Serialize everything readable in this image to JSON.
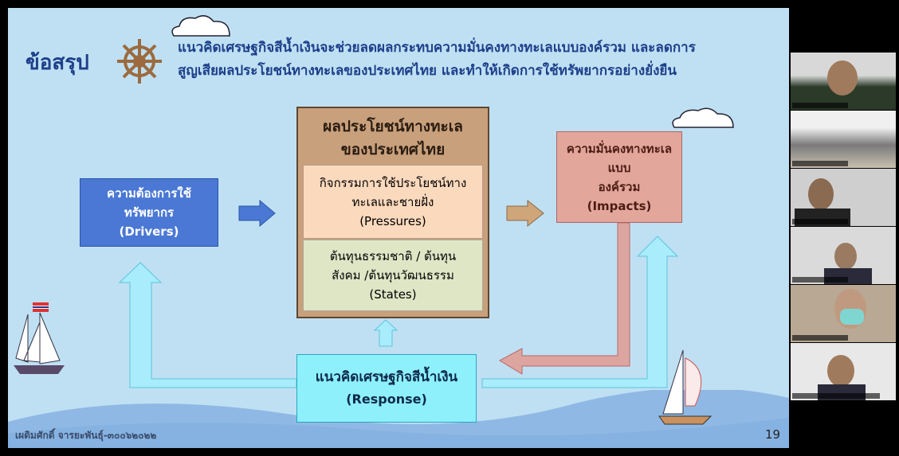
{
  "slide": {
    "heading": "ข้อสรุป",
    "subtitle_line1": "แนวคิดเศรษฐกิจสีน้ำเงินจะช่วยลดผลกระทบความมั่นคงทางทะเลแบบองค์รวม และลดการ",
    "subtitle_line2": "สูญเสียผลประโยชน์ทางทะเลของประเทศไทย และทำให้เกิดการใช้ทรัพยากรอย่างยั่งยืน",
    "drivers": {
      "line1": "ความต้องการใช้",
      "line2": "ทรัพยากร",
      "line3": "(Drivers)"
    },
    "center": {
      "title1": "ผลประโยชน์ทางทะเล",
      "title2": "ของประเทศไทย",
      "pressures": {
        "line1": "กิจกรรมการใช้ประโยชน์ทาง",
        "line2": "ทะเลและชายฝั่ง",
        "line3": "(Pressures)"
      },
      "states": {
        "line1": "ต้นทุนธรรมชาติ / ต้นทุน",
        "line2": "สังคม /ต้นทุนวัฒนธรรม",
        "line3": "(States)"
      }
    },
    "impacts": {
      "line1": "ความมั่นคงทางทะเลแบบ",
      "line2": "องค์รวม",
      "line3": "(Impacts)"
    },
    "response": {
      "line1": "แนวคิดเศรษฐกิจสีน้ำเงิน",
      "line2": "(Response)"
    },
    "footer": "เผดิมศักดิ์ จารยะพันธุ์-๓๐๐๖๒๐๒๒",
    "page_number": "19"
  },
  "colors": {
    "drivers": "#4a78d4",
    "center": "#c8a07c",
    "pressures": "#fbd9bd",
    "states": "#dfe6c6",
    "impacts": "#e3a69b",
    "response": "#8ef0fb",
    "cyan_arrow": "#a9ecfb",
    "pink_arrow": "#dca5a0"
  },
  "participants_count": 6
}
